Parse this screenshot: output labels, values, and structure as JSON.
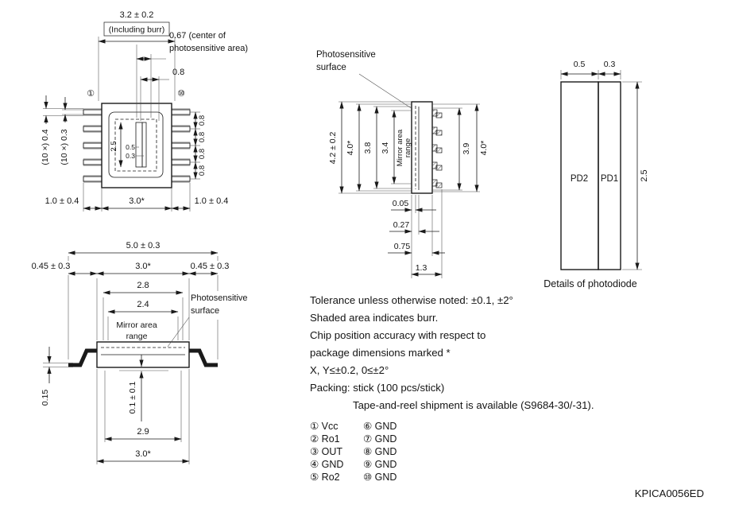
{
  "top_view": {
    "dim_width_incl_burr": "3.2 ± 0.2",
    "including_burr": "(Including burr)",
    "center_note_line1": "0.67 (center of",
    "center_note_line2": "photosensitive area)",
    "dim_offset": "0.8",
    "pin1_label": "①",
    "pin10_label": "⑩",
    "lead_width_burr": "(10 ×) 0.4",
    "lead_width": "(10 ×) 0.3",
    "die_height": "2.5",
    "pd2_width": "0.5",
    "pd1_width": "0.3",
    "pitch_labels": [
      "0.8",
      "0.8",
      "0.8",
      "0.8"
    ],
    "lead_len_left": "1.0 ± 0.4",
    "body_width": "3.0*",
    "lead_len_right": "1.0 ± 0.4"
  },
  "side_view": {
    "photosensitive_line1": "Photosensitive",
    "photosensitive_line2": "surface",
    "dim_total_height": "4.2 ± 0.2",
    "dim_40_left": "4.0*",
    "dim_38": "3.8",
    "dim_34": "3.4",
    "mirror_line1": "Mirror area",
    "mirror_line2": "range",
    "dim_39": "3.9",
    "dim_40_right": "4.0*",
    "dim_005": "0.05",
    "dim_027": "0.27",
    "dim_075": "0.75",
    "dim_13": "1.3"
  },
  "photodiode_detail": {
    "dim_pd2": "0.5",
    "dim_pd1": "0.3",
    "pd2_label": "PD2",
    "pd1_label": "PD1",
    "dim_height": "2.5",
    "caption": "Details of photodiode"
  },
  "front_view": {
    "dim_total": "5.0 ± 0.3",
    "dim_left": "0.45 ± 0.3",
    "dim_body": "3.0*",
    "dim_right": "0.45 ± 0.3",
    "dim_28": "2.8",
    "dim_24": "2.4",
    "mirror_line1": "Mirror area",
    "mirror_line2": "range",
    "photosensitive_line1": "Photosensitive",
    "photosensitive_line2": "surface",
    "dim_015": "0.15",
    "dim_standoff": "0.1 ± 0.1",
    "dim_29": "2.9",
    "dim_30": "3.0*"
  },
  "notes": [
    "Tolerance unless otherwise noted: ±0.1, ±2°",
    "Shaded area indicates burr.",
    "Chip position accuracy with respect to",
    "package dimensions marked *",
    "X, Y≤±0.2, 0≤±2°",
    "Packing: stick (100 pcs/stick)",
    "Tape-and-reel shipment is available (S9684-30/-31)."
  ],
  "pin_list": {
    "col1": [
      "① Vcc",
      "② Ro1",
      "③ OUT",
      "④ GND",
      "⑤ Ro2"
    ],
    "col2": [
      "⑥ GND",
      "⑦ GND",
      "⑧ GND",
      "⑨ GND",
      "⑩ GND"
    ]
  },
  "doc_code": "KPICA0056ED"
}
